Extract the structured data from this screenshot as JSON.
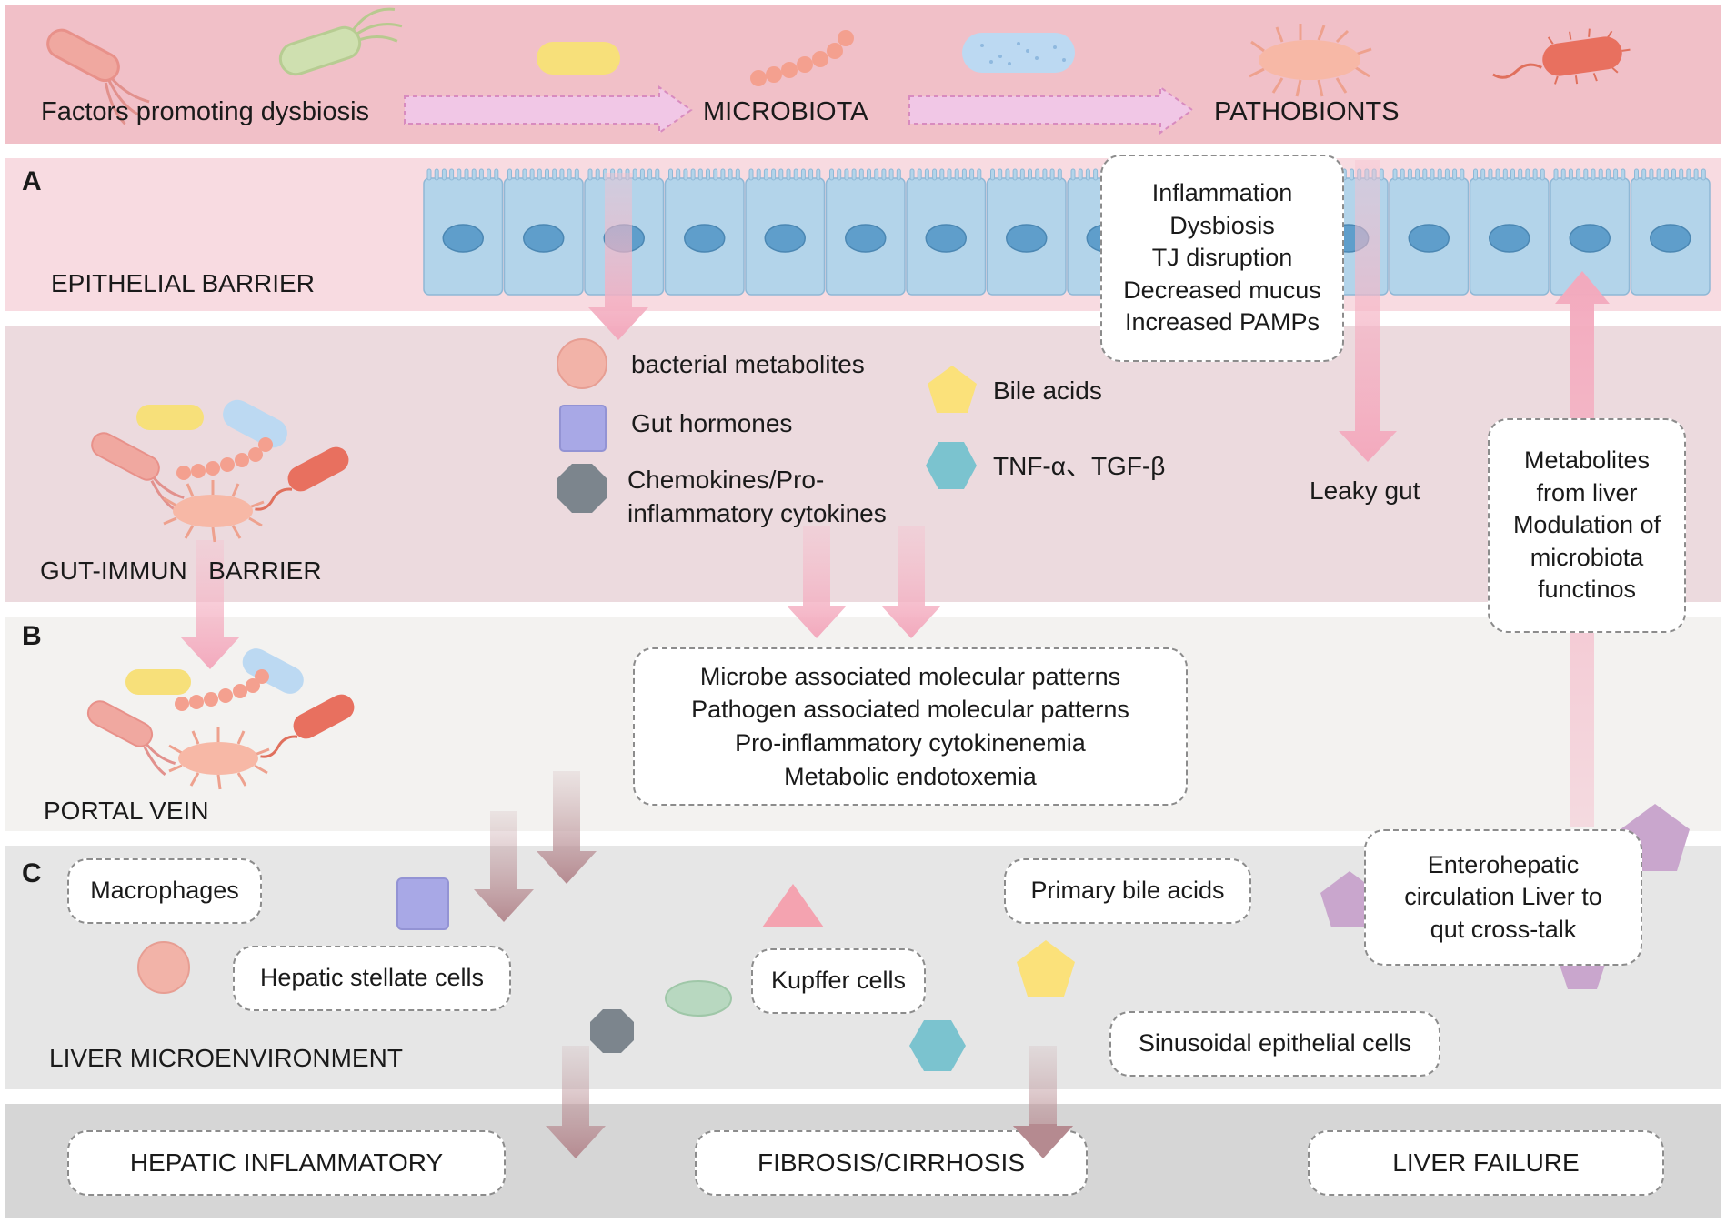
{
  "top": {
    "factors": "Factors promoting dysbiosis",
    "microbiota": "MICROBIOTA",
    "pathobionts": "PATHOBIONTS"
  },
  "sections": {
    "a": "A",
    "b": "B",
    "c": "C"
  },
  "epithelial": {
    "title": "EPITHELIAL BARRIER",
    "effects": [
      "Inflammation",
      "Dysbiosis",
      "TJ disruption",
      "Decreased mucus",
      "Increased PAMPs"
    ]
  },
  "gut_immune": {
    "title": "GUT-IMMUN   BARRIER",
    "legend": {
      "bacterial_metabolites": "bacterial metabolites",
      "gut_hormones": "Gut hormones",
      "chemokines_1": "Chemokines/Pro-",
      "chemokines_2": "inflammatory cytokines",
      "bile_acids": "Bile acids",
      "tnf": "TNF-α、TGF-β"
    },
    "leaky_gut": "Leaky gut",
    "metabolites_box": [
      "Metabolites",
      "from liver",
      "Modulation of",
      "microbiota",
      "functinos"
    ]
  },
  "portal": {
    "title": "PORTAL VEIN",
    "patterns_box": [
      "Microbe associated molecular patterns",
      "Pathogen associated molecular patterns",
      "Pro-inflammatory cytokinenemia",
      "Metabolic endotoxemia"
    ]
  },
  "liver": {
    "title": "LIVER MICROENVIRONMENT",
    "macrophages": "Macrophages",
    "stellate": "Hepatic stellate cells",
    "kupffer": "Kupffer cells",
    "primary_bile": "Primary bile acids",
    "sinusoidal": "Sinusoidal epithelial cells",
    "enterohepatic": [
      "Enterohepatic",
      "circulation Liver to",
      "qut cross-talk"
    ]
  },
  "outcomes": {
    "inflammatory": "HEPATIC INFLAMMATORY",
    "fibrosis": "FIBROSIS/CIRRHOSIS",
    "failure": "LIVER FAILURE"
  },
  "colors": {
    "top_band": "#f1c0c8",
    "epithelial_band": "#f8dbe1",
    "gut_band": "#ecdade",
    "portal_band": "#f3f2f0",
    "liver_band": "#e6e6e6",
    "outcome_band": "#d6d6d6",
    "cell_fill": "#b3d4ea",
    "nucleus": "#5f9ecb",
    "pink_arrow": "#f4aec0",
    "brown_arrow": "#b58a90"
  }
}
